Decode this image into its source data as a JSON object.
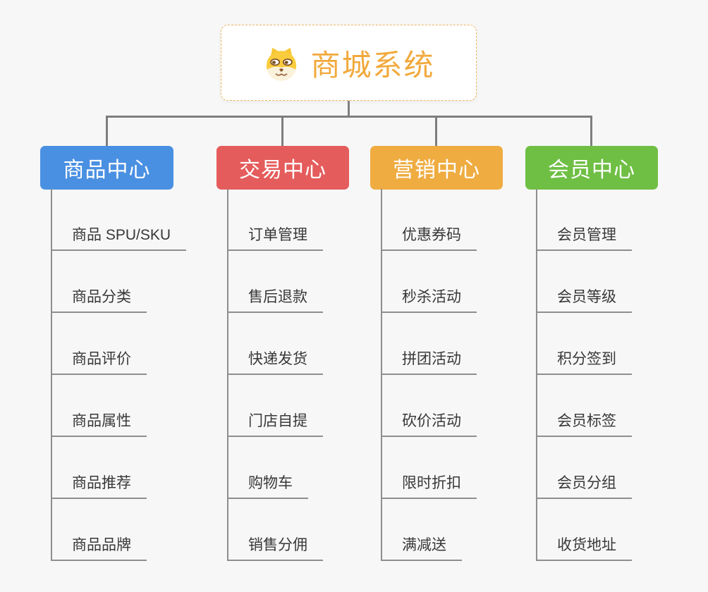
{
  "background": "#F7F7F7",
  "connector_color": "#7E7E7E",
  "root": {
    "title": "商城系统",
    "title_color": "#F2A93C",
    "border_color": "#F0B560",
    "icon": "doge-icon"
  },
  "branches": [
    {
      "label": "商品中心",
      "color": "#4A90E2",
      "children": [
        "商品 SPU/SKU",
        "商品分类",
        "商品评价",
        "商品属性",
        "商品推荐",
        "商品品牌"
      ]
    },
    {
      "label": "交易中心",
      "color": "#E55C5C",
      "children": [
        "订单管理",
        "售后退款",
        "快递发货",
        "门店自提",
        "购物车",
        "销售分佣"
      ]
    },
    {
      "label": "营销中心",
      "color": "#EFAC41",
      "children": [
        "优惠券码",
        "秒杀活动",
        "拼团活动",
        "砍价活动",
        "限时折扣",
        "满减送"
      ]
    },
    {
      "label": "会员中心",
      "color": "#6FBF44",
      "children": [
        "会员管理",
        "会员等级",
        "积分签到",
        "会员标签",
        "会员分组",
        "收货地址"
      ]
    }
  ]
}
